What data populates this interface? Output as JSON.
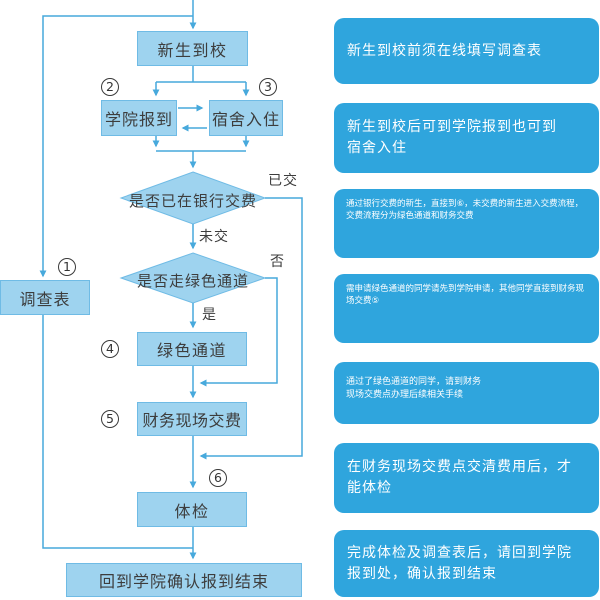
{
  "flowchart": {
    "nodes": {
      "arrive": "新生到校",
      "college_register": "学院报到",
      "dorm_checkin": "宿舍入住",
      "bank_paid_question": "是否已在银行交费",
      "green_channel_question": "是否走绿色通道",
      "green_channel": "绿色通道",
      "onsite_payment": "财务现场交费",
      "physical_exam": "体检",
      "survey_form": "调查表",
      "finish": "回到学院确认报到结束"
    },
    "edge_labels": {
      "paid": "已交",
      "unpaid": "未交",
      "no": "否",
      "yes": "是"
    },
    "step_numbers": [
      "1",
      "2",
      "3",
      "4",
      "5",
      "6"
    ]
  },
  "notes": [
    "新生到校前须在线填写调查表",
    "新生到校后可到学院报到也可到\n宿舍入住",
    "通过银行交费的新生，直接到⑥，未交费的新生进入交费流程，\n交费流程分为绿色通道和财务交费",
    "需申请绿色通道的同学请先到学院申请，其他同学直接到财务现\n场交费⑤",
    "通过了绿色通道的同学，请到财务\n现场交费点办理后续相关手续",
    "在财务现场交费点交清费用后，才\n能体检",
    "完成体检及调查表后，请回到学院\n报到处，确认报到结束"
  ],
  "colors": {
    "node_fill": "#9ed3ef",
    "node_border": "#6fbbe5",
    "line": "#47a9dc",
    "note_fill": "#2fa5dd",
    "note_text": "#ffffff",
    "node_text": "#3d3d3d"
  }
}
